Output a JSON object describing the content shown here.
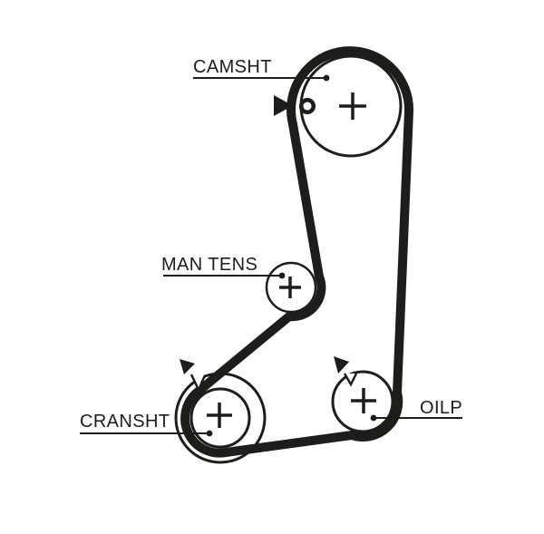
{
  "diagram": {
    "type": "timing-belt-routing-diagram",
    "background_color": "#ffffff",
    "ink_color": "#1d1d1b",
    "labels": {
      "camshaft": "CAMSHT",
      "tensioner": "MAN TENS",
      "crankshaft": "CRANSHT",
      "oil_pump": "OILP"
    },
    "icons": {
      "camshaft_marker": "triangle-right-icon",
      "crankshaft_marker": "triangle-down-icon",
      "oil_pump_marker": "triangle-down-icon",
      "camshaft_hole": "timing-hole-icon"
    }
  }
}
